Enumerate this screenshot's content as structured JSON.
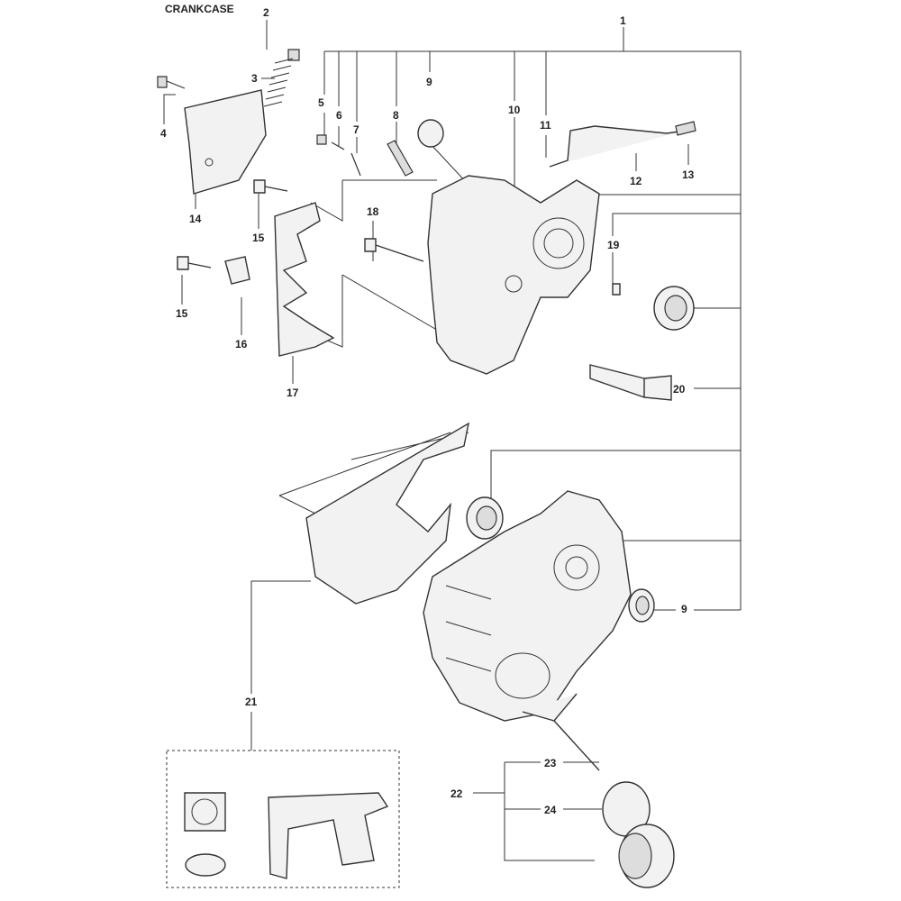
{
  "title": "CRANKCASE",
  "callouts": {
    "c1": "1",
    "c2": "2",
    "c3": "3",
    "c4": "4",
    "c5": "5",
    "c6": "6",
    "c7": "7",
    "c8": "8",
    "c9a": "9",
    "c9b": "9",
    "c10": "10",
    "c11": "11",
    "c12": "12",
    "c13": "13",
    "c14": "14",
    "c15a": "15",
    "c15b": "15",
    "c16": "16",
    "c17": "17",
    "c18": "18",
    "c19": "19",
    "c20": "20",
    "c21": "21",
    "c22": "22",
    "c23": "23",
    "c24": "24"
  }
}
